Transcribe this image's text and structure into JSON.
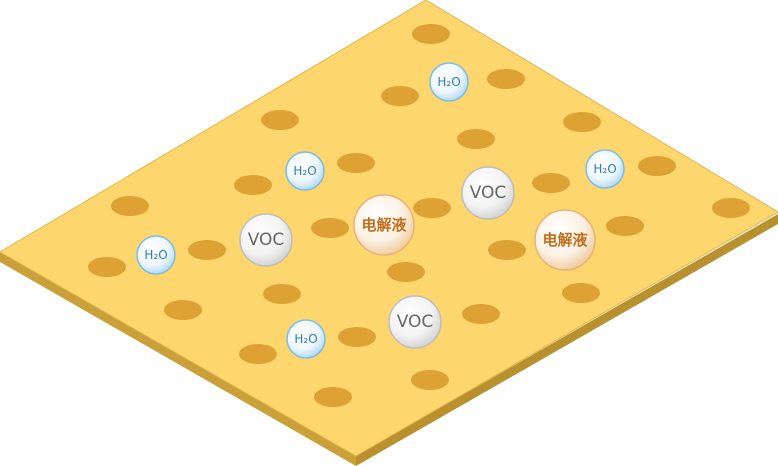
{
  "molecules": {
    "h2o_label": "H₂O",
    "voc_label": "VOC",
    "electrolyte_label": "电解液"
  },
  "colors": {
    "surface": "#fdd76e",
    "surface_edge": "#e2b548",
    "surface_side": "#caa03a",
    "pore": "#dda134",
    "h2o_ring": "#6fb6e3",
    "voc_ring": "#b9b9b9",
    "electrolyte_ring": "#e6b378"
  }
}
